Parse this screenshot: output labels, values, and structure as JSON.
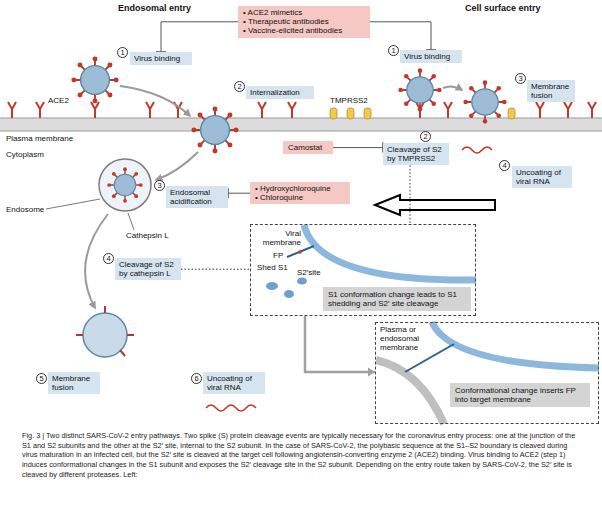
{
  "diagram": {
    "caption": "Fig. 3 | Two distinct SARS-CoV-2 entry pathways. Two spike (S) protein cleavage events are typically necessary for the coronavirus entry process: one at the junction of the S1 and S2 subunits and the other at the S2′ site, internal to the S2 subunit. In the case of SARS-CoV-2, the polybasic sequence at the S1–S2 boundary is cleaved during virus maturation in an infected cell, but the S2′ site is cleaved at the target cell following angiotensin-converting enzyme 2 (ACE2) binding. Virus binding to ACE2 (step 1) induces conformational changes in the S1 subunit and exposes the S2′ cleavage site in the S2 subunit. Depending on the entry route taken by SARS-CoV-2, the S2′ site is cleaved by different proteases. Left:",
    "nodes": [
      {
        "text": [
          "• ACE2 mimetics",
          "• Therapeutic antibodies",
          "• Vaccine-elicited antibodies"
        ]
      },
      {
        "text": [
          "Virus binding"
        ]
      },
      {
        "text": [
          "Virus binding"
        ]
      },
      {
        "text": [
          "Internalization"
        ]
      },
      {
        "text": [
          "Membrane fusion"
        ]
      },
      {
        "text": [
          "Camostat"
        ]
      },
      {
        "text": [
          "Cleavage of S2 by TMPRSS2"
        ]
      },
      {
        "text": [
          "Uncoating of viral RNA"
        ]
      },
      {
        "text": [
          "Endosomal acidification"
        ]
      },
      {
        "text": [
          "• Hydroxychloroquine",
          "• Chloroquine"
        ]
      },
      {
        "text": [
          "Cleavage of S2 by cathepsin L"
        ]
      },
      {
        "text": [
          "Viral membrane",
          "FP",
          "Shed S1",
          "S2′site"
        ]
      },
      {
        "text": [
          "S1 conformation change leads to S1 shedding and S2′ site cleavage"
        ],
        "in": 11
      },
      {
        "text": [
          "Plasma or endosomal membrane"
        ]
      },
      {
        "text": [
          "Conformational change inserts FP into target membrane"
        ],
        "in": 13
      },
      {
        "text": [
          "Membrane fusion"
        ]
      },
      {
        "text": [
          "Uncoating of viral RNA"
        ]
      }
    ],
    "edges": [
      {
        "from": 0,
        "to": 1,
        "arrow": "to"
      },
      {
        "from": 0,
        "to": 2,
        "arrow": "to"
      },
      {
        "from": 5,
        "to": 6,
        "arrow": "to"
      },
      {
        "from": 9,
        "to": 8,
        "arrow": "to"
      },
      {
        "from": 10,
        "to": 11,
        "arrow": "none"
      },
      {
        "from": 6,
        "to": 11,
        "arrow": "none"
      },
      {
        "from": 11,
        "to": 13,
        "arrow": "to"
      }
    ],
    "labels": [
      "Endosomal entry",
      "Cell surface entry",
      "1",
      "1",
      "2",
      "3",
      "2",
      "4",
      "3",
      "4",
      "5",
      "6",
      "ACE2",
      "TMPRSS2",
      "Plasma membrane",
      "Cytoplasm",
      "Endosome",
      "Cathepsin L"
    ]
  }
}
